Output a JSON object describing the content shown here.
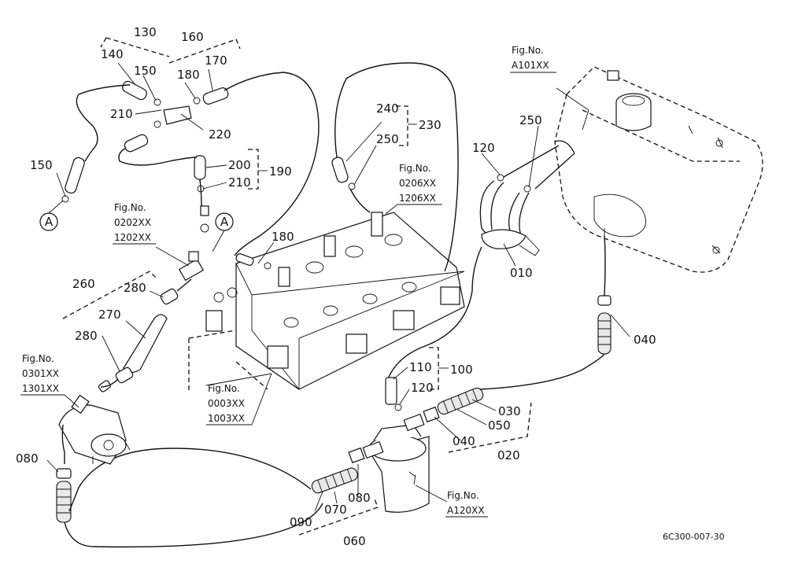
{
  "drawing_code": "6C300-007-30",
  "connector_marker": "A",
  "part_numbers": {
    "p010": "010",
    "p020": "020",
    "p030": "030",
    "p040a": "040",
    "p040b": "040",
    "p050": "050",
    "p060": "060",
    "p070": "070",
    "p080a": "080",
    "p080b": "080",
    "p090": "090",
    "p100": "100",
    "p110": "110",
    "p120a": "120",
    "p120b": "120",
    "p130": "130",
    "p140": "140",
    "p150a": "150",
    "p150b": "150",
    "p160": "160",
    "p170": "170",
    "p180a": "180",
    "p180b": "180",
    "p190": "190",
    "p200": "200",
    "p210a": "210",
    "p210b": "210",
    "p220": "220",
    "p230": "230",
    "p240": "240",
    "p250a": "250",
    "p250b": "250",
    "p260": "260",
    "p270": "270",
    "p280a": "280",
    "p280b": "280"
  },
  "figure_refs": {
    "tank": {
      "label": "Fig.No.",
      "codes": [
        "A101XX"
      ]
    },
    "injector": {
      "label": "Fig.No.",
      "codes": [
        "0206XX",
        "1206XX"
      ]
    },
    "injection_pump": {
      "label": "Fig.No.",
      "codes": [
        "0202XX",
        "1202XX"
      ]
    },
    "feed_pump": {
      "label": "Fig.No.",
      "codes": [
        "0301XX",
        "1301XX"
      ]
    },
    "engine": {
      "label": "Fig.No.",
      "codes": [
        "0003XX",
        "1003XX"
      ]
    },
    "filter": {
      "label": "Fig.No.",
      "codes": [
        "A120XX"
      ]
    }
  }
}
